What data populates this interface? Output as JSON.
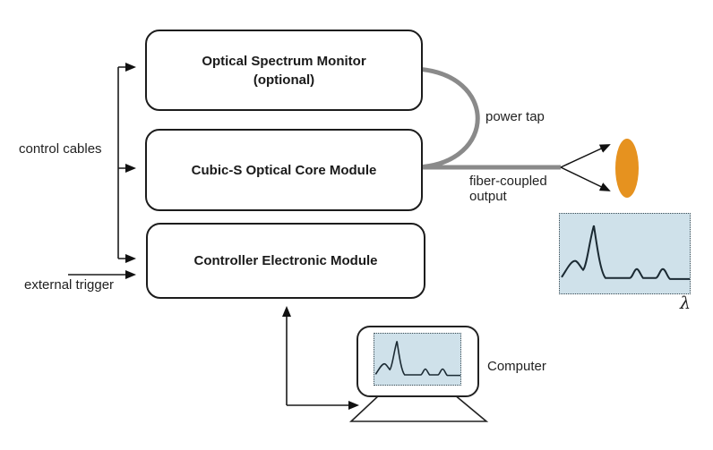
{
  "diagram": {
    "boxes": {
      "osm": {
        "line1": "Optical Spectrum Monitor",
        "line2": "(optional)"
      },
      "core": {
        "label": "Cubic-S Optical Core Module"
      },
      "controller": {
        "label": "Controller Electronic Module"
      }
    },
    "labels": {
      "control_cables": "control cables",
      "external_trigger": "external trigger",
      "power_tap": "power tap",
      "fiber_coupled_line1": "fiber-coupled",
      "fiber_coupled_line2": "output",
      "computer": "Computer",
      "lambda": "λ"
    },
    "colors": {
      "fiber_gray": "#8a8a8a",
      "lens_orange": "#e6921f",
      "screen_blue": "#cfe1ea",
      "line_black": "#1a1a1a"
    },
    "icons": {
      "lens": "lens-icon",
      "computer": "computer-monitor-icon",
      "spectrum": "spectrum-display"
    }
  }
}
